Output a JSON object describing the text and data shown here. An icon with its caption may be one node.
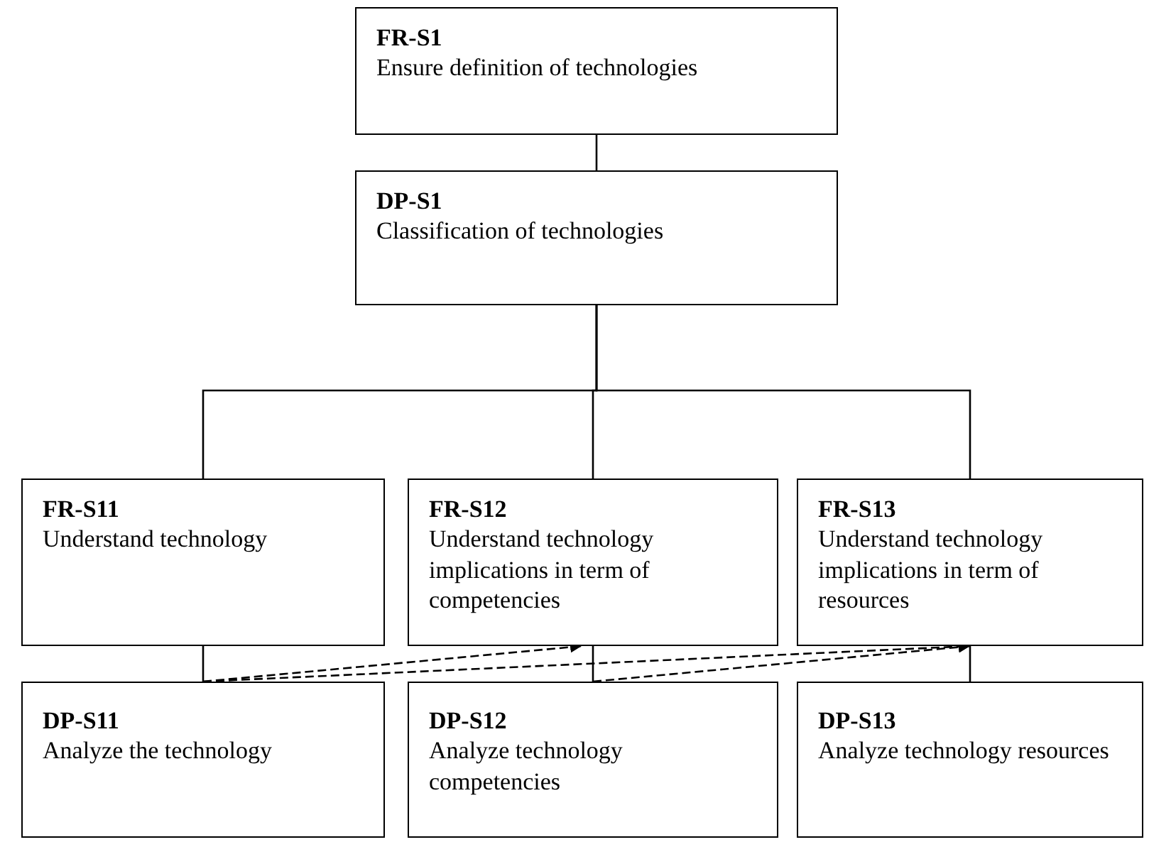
{
  "diagram": {
    "nodes": [
      {
        "text": [
          "FR-S1",
          "Ensure definition of technologies"
        ]
      },
      {
        "text": [
          "DP-S1",
          "Classification of technologies"
        ]
      },
      {
        "text": [
          "FR-S11",
          "Understand technology"
        ]
      },
      {
        "text": [
          "FR-S12",
          "Understand technology implications in term of competencies"
        ]
      },
      {
        "text": [
          "FR-S13",
          "Understand technology implications in term of resources"
        ]
      },
      {
        "text": [
          "DP-S11",
          "Analyze the technology"
        ]
      },
      {
        "text": [
          "DP-S12",
          "Analyze technology competencies"
        ]
      },
      {
        "text": [
          "DP-S13",
          "Analyze technology resources"
        ]
      }
    ],
    "edges": [
      {
        "from": 0,
        "to": 1,
        "arrow": "none"
      },
      {
        "from": 1,
        "to": 2,
        "arrow": "none"
      },
      {
        "from": 1,
        "to": 3,
        "arrow": "none"
      },
      {
        "from": 1,
        "to": 4,
        "arrow": "none"
      },
      {
        "from": 2,
        "to": 5,
        "arrow": "none"
      },
      {
        "from": 3,
        "to": 6,
        "arrow": "none"
      },
      {
        "from": 4,
        "to": 7,
        "arrow": "none"
      },
      {
        "from": 5,
        "to": 3,
        "arrow": "to",
        "style": "dashed"
      },
      {
        "from": 5,
        "to": 4,
        "arrow": "to",
        "style": "dashed"
      },
      {
        "from": 6,
        "to": 4,
        "arrow": "to",
        "style": "dashed"
      }
    ]
  }
}
